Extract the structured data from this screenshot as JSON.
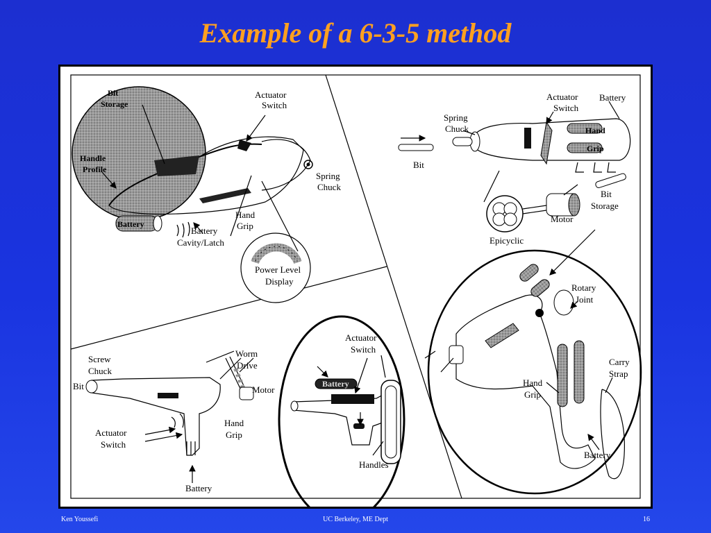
{
  "slide": {
    "title": "Example of a 6-3-5 method",
    "footer_left": "Ken Youssefi",
    "footer_center": "UC Berkeley, ME Dept",
    "page_number": "16"
  },
  "sketch_topleft": {
    "bit_storage_1": "Bit",
    "bit_storage_2": "Storage",
    "handle_profile_1": "Handle",
    "handle_profile_2": "Profile",
    "actuator_1": "Actuator",
    "actuator_2": "Switch",
    "spring_1": "Spring",
    "spring_2": "Chuck",
    "battery": "Battery",
    "battery_cavity_1": "Battery",
    "battery_cavity_2": "Cavity/Latch",
    "hand_grip_1": "Hand",
    "hand_grip_2": "Grip",
    "power_1": "Power Level",
    "power_2": "Display"
  },
  "sketch_topright": {
    "spring_1": "Spring",
    "spring_2": "Chuck",
    "actuator_1": "Actuator",
    "actuator_2": "Switch",
    "battery": "Battery",
    "hand_1": "Hand",
    "hand_2": "Grip",
    "bit": "Bit",
    "bit_storage_1": "Bit",
    "bit_storage_2": "Storage",
    "motor": "Motor",
    "epicyclic": "Epicyclic"
  },
  "sketch_bottomleft": {
    "screw_1": "Screw",
    "screw_2": "Chuck",
    "bit": "Bit",
    "worm_1": "Worm",
    "worm_2": "Drive",
    "motor": "Motor",
    "hand_1": "Hand",
    "hand_2": "Grip",
    "actuator_1": "Actuator",
    "actuator_2": "Switch",
    "battery": "Battery"
  },
  "sketch_bottommiddle": {
    "actuator_1": "Actuator",
    "actuator_2": "Switch",
    "battery": "Battery",
    "handles": "Handles"
  },
  "sketch_bottomright": {
    "rotary_1": "Rotary",
    "rotary_2": "Joint",
    "carry_1": "Carry",
    "carry_2": "Strap",
    "hand_1": "Hand",
    "hand_2": "Grip",
    "battery": "Battery"
  }
}
